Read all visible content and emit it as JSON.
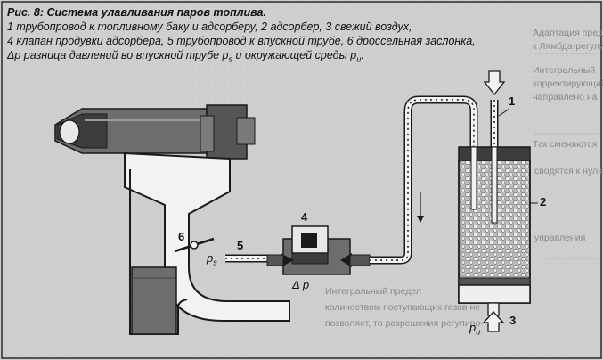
{
  "caption": {
    "title": "Рис. 8: Система улавливания паров топлива.",
    "line1": "1 трубопровод к топливному баку и адсорберу, 2 адсорбер, 3 свежий воздух,",
    "line2": "4 клапан продувки адсорбера, 5 трубопровод к впускной трубе, 6 дроссельная заслонка,",
    "line3_pre": "Δp разница давлений во впускной трубе p",
    "line3_sub1": "s",
    "line3_mid": " и окружающей среды p",
    "line3_sub2": "u",
    "line3_end": "."
  },
  "labels": {
    "n1": "1",
    "n2": "2",
    "n3": "3",
    "n4": "4",
    "n5": "5",
    "n6": "6",
    "ps_p": "p",
    "ps_s": "s",
    "pu_p": "p",
    "pu_u": "u",
    "dp": "Δ p"
  },
  "background_text": [
    "Адаптация пред",
    "к Лямбда-регули",
    "Интегральный",
    "корректирующий",
    "направлено на",
    "Так сменяются",
    "сводятся к нулю",
    "управления",
    "Интегральный предел",
    "количеством поступающих газов не",
    "позволяет, то разрешения регулиро-"
  ],
  "colors": {
    "paper": "#cfcfcf",
    "ink": "#1a1a1a",
    "metal": "#6d6d6d",
    "light": "#efefef",
    "pellet": "#a8a8a8"
  }
}
